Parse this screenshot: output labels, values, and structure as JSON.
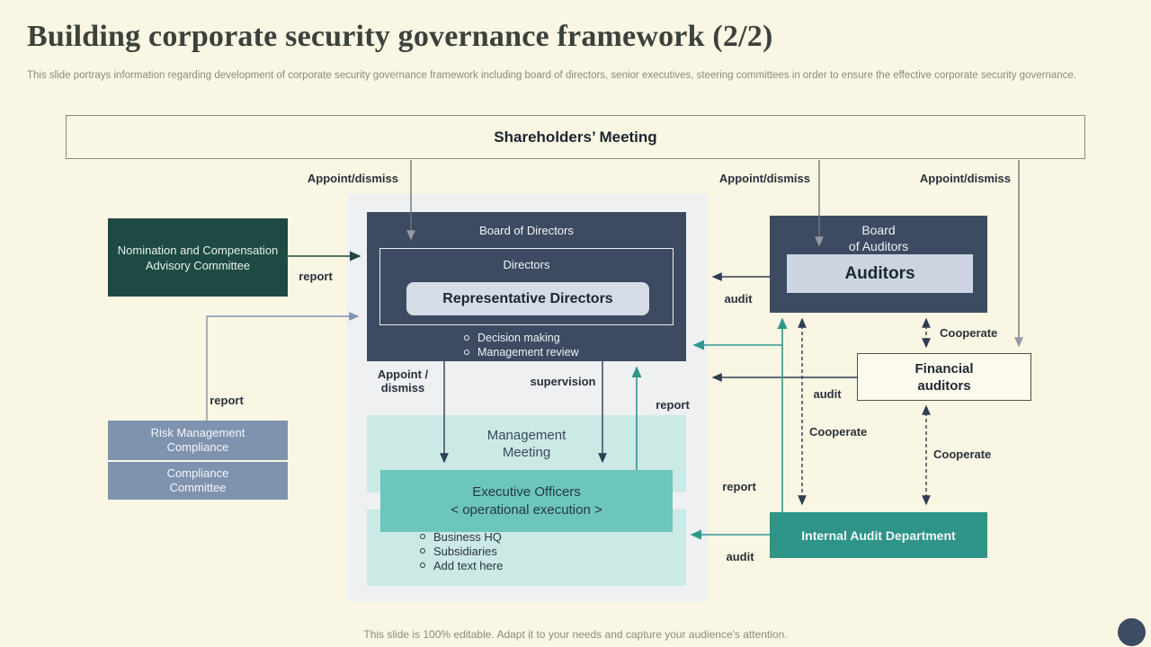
{
  "slide": {
    "title": "Building corporate security governance framework (2/2)",
    "subtitle": "This slide portrays information regarding development of corporate security governance framework including board of directors, senior executives, steering committees in order to ensure the effective corporate security governance.",
    "footer": "This slide is 100% editable. Adapt it to your needs and capture your audience's attention."
  },
  "colors": {
    "background": "#faf6e4",
    "dark_slate": "#3c4b61",
    "dark_green": "#1d4a42",
    "gray_blue": "#8093ae",
    "light_teal": "#cbe9e5",
    "mid_teal": "#6cc6bb",
    "teal": "#2e9488",
    "inner_gray": "#d6dce6",
    "panel_gray": "#eef0f2"
  },
  "boxes": {
    "shareholders": {
      "label": "Shareholders’ Meeting"
    },
    "nomination": {
      "label": "Nomination and Compensation\nAdvisory Committee"
    },
    "risk": {
      "label": "Risk Management\nCompliance"
    },
    "compliance": {
      "label": "Compliance\nCommittee"
    },
    "bod": {
      "title": "Board of Directors",
      "inner_title": "Directors",
      "rep": "Representative Directors",
      "bullets": [
        "Decision making",
        "Management review"
      ]
    },
    "management_meeting": {
      "label": "Management\nMeeting"
    },
    "executive": {
      "line1": "Executive Officers",
      "line2": "< operational execution >"
    },
    "ops": {
      "bullets": [
        "Business HQ",
        "Subsidiaries",
        "Add text here"
      ]
    },
    "boa": {
      "title": "Board\nof Auditors",
      "inner": "Auditors"
    },
    "financial": {
      "label": "Financial\nauditors"
    },
    "iad": {
      "label": "Internal Audit Department"
    }
  },
  "labels": {
    "appoint_dismiss": "Appoint/dismiss",
    "appoint_dismiss_two_line": "Appoint /\ndismiss",
    "report": "report",
    "audit": "audit",
    "supervision": "supervision",
    "cooperate": "Cooperate"
  }
}
